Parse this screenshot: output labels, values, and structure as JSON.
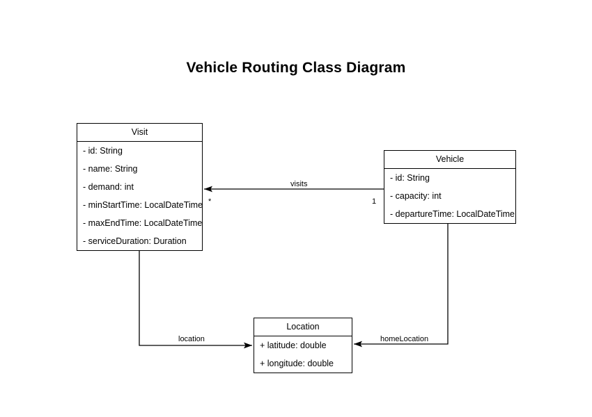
{
  "title": "Vehicle Routing Class Diagram",
  "classes": [
    {
      "id": "visit",
      "name": "Visit",
      "attributes": [
        "- id: String",
        "- name: String",
        "- demand: int",
        "- minStartTime: LocalDateTime",
        "- maxEndTime: LocalDateTime",
        "- serviceDuration: Duration"
      ]
    },
    {
      "id": "vehicle",
      "name": "Vehicle",
      "attributes": [
        "- id: String",
        "- capacity: int",
        "- departureTime: LocalDateTime"
      ]
    },
    {
      "id": "location",
      "name": "Location",
      "attributes": [
        "+ latitude: double",
        "+ longitude: double"
      ]
    }
  ],
  "relationships": [
    {
      "id": "visits",
      "label": "visits",
      "from": "Vehicle",
      "to": "Visit",
      "source_multiplicity": "1",
      "target_multiplicity": "*"
    },
    {
      "id": "location",
      "label": "location",
      "from": "Visit",
      "to": "Location",
      "source_multiplicity": "",
      "target_multiplicity": ""
    },
    {
      "id": "home-location",
      "label": "homeLocation",
      "from": "Vehicle",
      "to": "Location",
      "source_multiplicity": "",
      "target_multiplicity": ""
    }
  ],
  "colors": {
    "background": "#ffffff",
    "stroke": "#000000",
    "text": "#000000"
  }
}
